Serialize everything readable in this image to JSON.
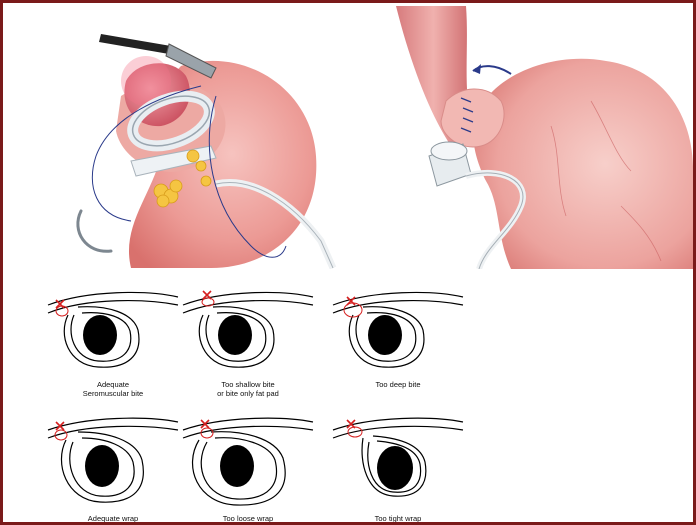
{
  "colors": {
    "frame": "#7a1a1a",
    "tissue": "#e98c8c",
    "tissue_light": "#f6c3bf",
    "fat": "#f5c542",
    "suture": "#2a3a8a",
    "stitch_mark": "#d62020"
  },
  "diagram": {
    "captions": {
      "adequate_bite": [
        "Adequate",
        "Seromuscular bite"
      ],
      "shallow_bite": [
        "Too shallow bite",
        "or bite only fat pad"
      ],
      "deep_bite": [
        "Too deep bite"
      ],
      "adequate_wrap": [
        "Adequate wrap"
      ],
      "loose_wrap": [
        "Too loose wrap"
      ],
      "tight_wrap": [
        "Too tight wrap"
      ]
    }
  }
}
